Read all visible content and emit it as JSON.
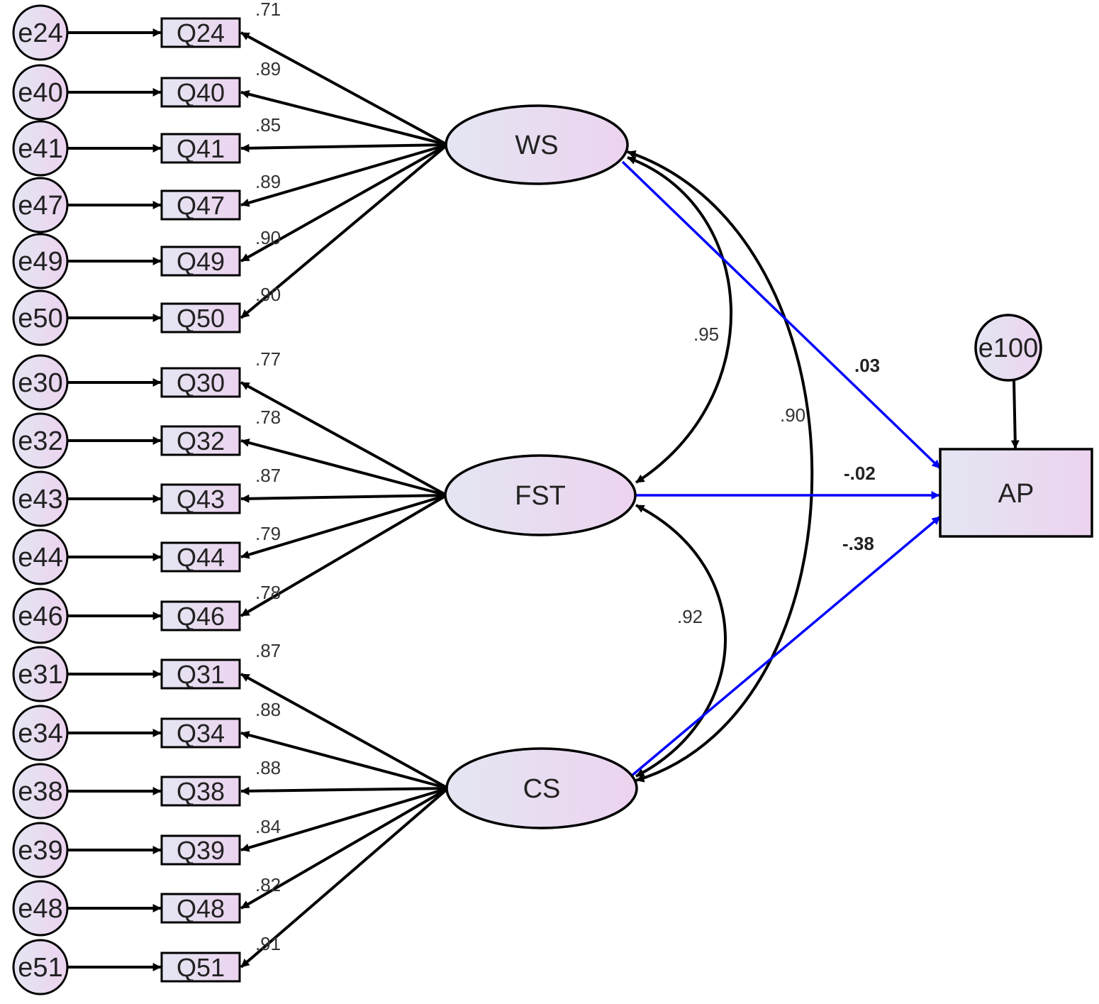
{
  "colors": {
    "node_fill_start": "#e4e6f2",
    "node_fill_end": "#ecd3ef",
    "edge": "#000000",
    "structural_path": "#0000ff"
  },
  "latents": [
    {
      "id": "WS",
      "label": "WS",
      "indicators": [
        {
          "error": "e24",
          "item": "Q24",
          "loading": ".71"
        },
        {
          "error": "e40",
          "item": "Q40",
          "loading": ".89"
        },
        {
          "error": "e41",
          "item": "Q41",
          "loading": ".85"
        },
        {
          "error": "e47",
          "item": "Q47",
          "loading": ".89"
        },
        {
          "error": "e49",
          "item": "Q49",
          "loading": ".90"
        },
        {
          "error": "e50",
          "item": "Q50",
          "loading": ".90"
        }
      ]
    },
    {
      "id": "FST",
      "label": "FST",
      "indicators": [
        {
          "error": "e30",
          "item": "Q30",
          "loading": ".77"
        },
        {
          "error": "e32",
          "item": "Q32",
          "loading": ".78"
        },
        {
          "error": "e43",
          "item": "Q43",
          "loading": ".87"
        },
        {
          "error": "e44",
          "item": "Q44",
          "loading": ".79"
        },
        {
          "error": "e46",
          "item": "Q46",
          "loading": ".78"
        }
      ]
    },
    {
      "id": "CS",
      "label": "CS",
      "indicators": [
        {
          "error": "e31",
          "item": "Q31",
          "loading": ".87"
        },
        {
          "error": "e34",
          "item": "Q34",
          "loading": ".88"
        },
        {
          "error": "e38",
          "item": "Q38",
          "loading": ".88"
        },
        {
          "error": "e39",
          "item": "Q39",
          "loading": ".84"
        },
        {
          "error": "e48",
          "item": "Q48",
          "loading": ".82"
        },
        {
          "error": "e51",
          "item": "Q51",
          "loading": ".91"
        }
      ]
    }
  ],
  "correlations": [
    {
      "from": "WS",
      "to": "FST",
      "value": ".95"
    },
    {
      "from": "FST",
      "to": "CS",
      "value": ".92"
    },
    {
      "from": "WS",
      "to": "CS",
      "value": ".90"
    }
  ],
  "outcome": {
    "label": "AP",
    "error": "e100"
  },
  "structural_paths": [
    {
      "from": "WS",
      "to": "AP",
      "value": ".03"
    },
    {
      "from": "FST",
      "to": "AP",
      "value": "-.02"
    },
    {
      "from": "CS",
      "to": "AP",
      "value": "-.38"
    }
  ]
}
